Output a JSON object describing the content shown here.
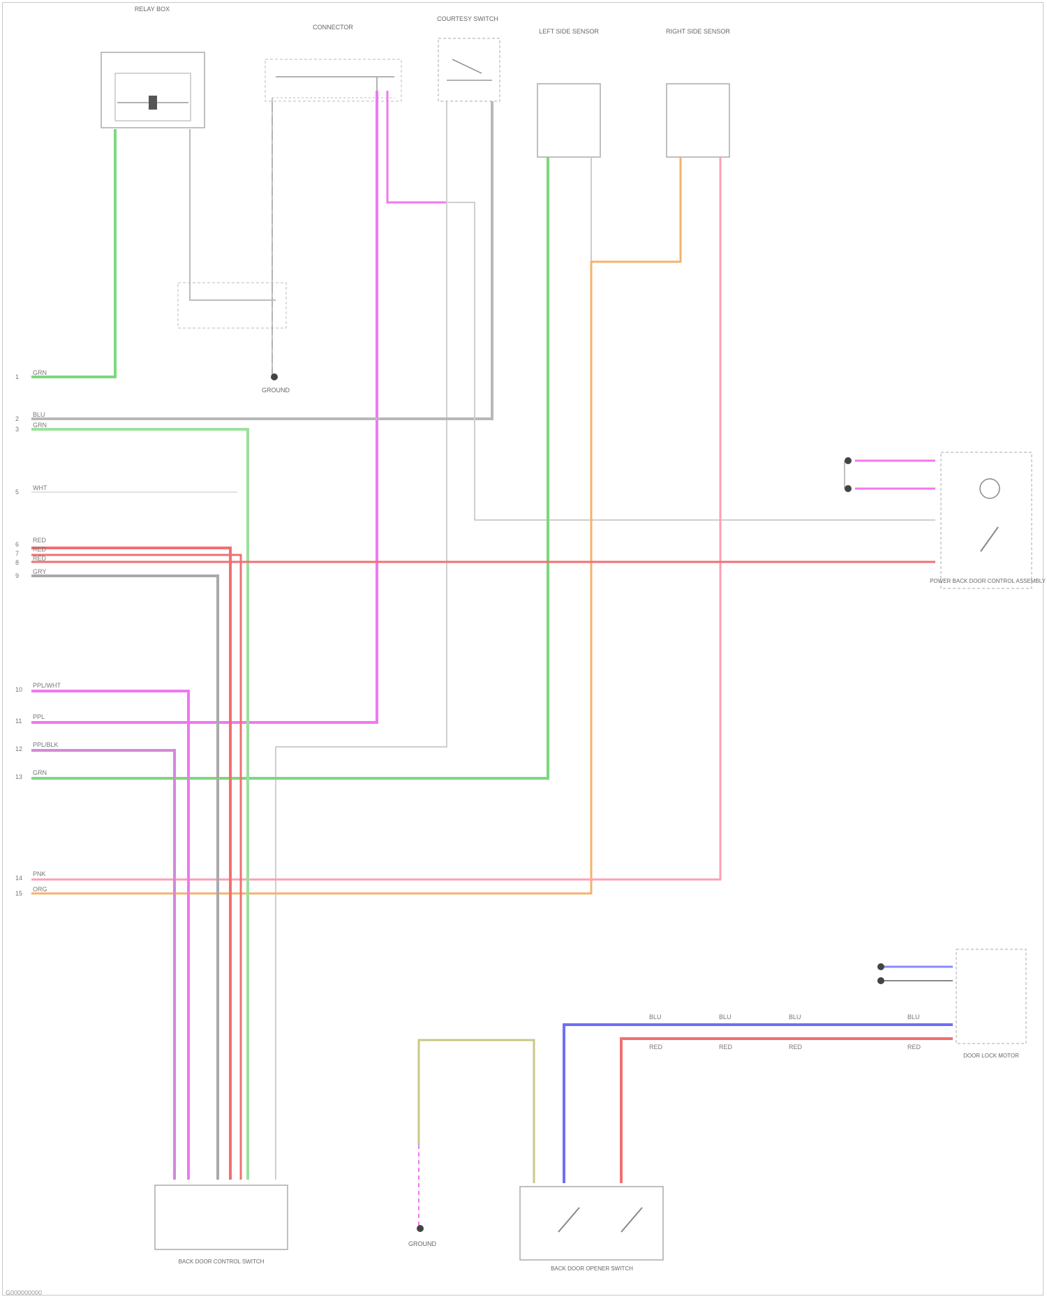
{
  "diagram": {
    "components": {
      "relay_box": {
        "label": "RELAY BOX"
      },
      "courtesy_switch": {
        "label": "COURTESY SWITCH"
      },
      "left_sensor": {
        "label": "LEFT SIDE SENSOR"
      },
      "right_sensor": {
        "label": "RIGHT SIDE SENSOR"
      },
      "back_door_ctrl": {
        "label": "BACK DOOR CONTROL SWITCH"
      },
      "back_door_opener": {
        "label": "BACK DOOR OPENER SWITCH"
      },
      "power_back_door_unit": {
        "label": "POWER BACK DOOR CONTROL ASSEMBLY"
      },
      "lock_motor": {
        "label": "DOOR LOCK MOTOR"
      }
    },
    "ground_labels": {
      "g1": "GROUND",
      "g2": "GROUND"
    },
    "connector_label": "CONNECTOR",
    "left_connector_wires": [
      "GRN",
      "BLU",
      "GRN",
      "WHT",
      "RED",
      "RED",
      "RED",
      "GRY",
      "PPL/WHT",
      "PPL",
      "PPL/BLK",
      "GRN",
      "PNK",
      "ORG"
    ],
    "left_connector_pins": [
      "1",
      "2",
      "3",
      "5",
      "6",
      "7",
      "8",
      "9",
      "10",
      "11",
      "12",
      "13",
      "14",
      "15"
    ],
    "bottom_bus_wires": [
      "BLU",
      "RED",
      "BLU",
      "RED",
      "BLU",
      "RED",
      "BLU",
      "RED"
    ],
    "footer": "G000000000"
  }
}
